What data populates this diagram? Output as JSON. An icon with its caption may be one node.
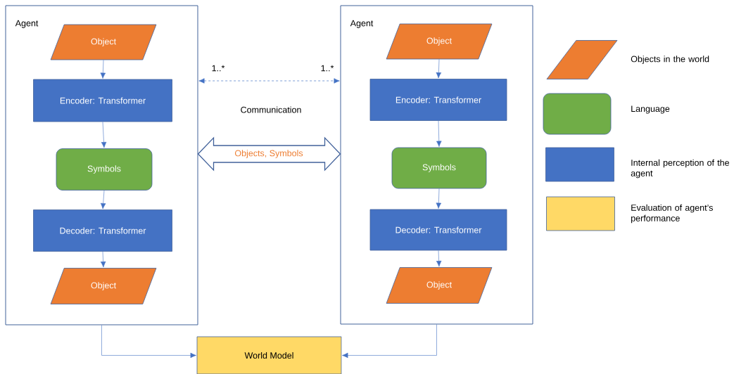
{
  "diagram": {
    "nodes": [
      {
        "text": [
          "Agent"
        ]
      },
      {
        "text": [
          "Object"
        ],
        "in": 0
      },
      {
        "text": [
          "Encoder: Transformer"
        ],
        "in": 0
      },
      {
        "text": [
          "Symbols"
        ],
        "in": 0
      },
      {
        "text": [
          "Decoder: Transformer"
        ],
        "in": 0
      },
      {
        "text": [
          "Object"
        ],
        "in": 0
      },
      {
        "text": [
          "Agent"
        ]
      },
      {
        "text": [
          "Object"
        ],
        "in": 6
      },
      {
        "text": [
          "Encoder: Transformer"
        ],
        "in": 6
      },
      {
        "text": [
          "Symbols"
        ],
        "in": 6
      },
      {
        "text": [
          "Decoder: Transformer"
        ],
        "in": 6
      },
      {
        "text": [
          "Object"
        ],
        "in": 6
      },
      {
        "text": [
          "World Model"
        ]
      }
    ],
    "edges": [
      {
        "from": 1,
        "to": 2,
        "arrow": "to"
      },
      {
        "from": 2,
        "to": 3,
        "arrow": "to"
      },
      {
        "from": 3,
        "to": 4,
        "arrow": "to"
      },
      {
        "from": 4,
        "to": 5,
        "arrow": "to"
      },
      {
        "from": 7,
        "to": 8,
        "arrow": "to"
      },
      {
        "from": 8,
        "to": 9,
        "arrow": "to"
      },
      {
        "from": 9,
        "to": 10,
        "arrow": "to"
      },
      {
        "from": 10,
        "to": 11,
        "arrow": "to"
      },
      {
        "from": 0,
        "to": 6,
        "arrow": "both",
        "style": "dashed"
      },
      {
        "from": 0,
        "to": 6,
        "arrow": "both",
        "style": "thick",
        "label": "Objects, Symbols"
      },
      {
        "from": 0,
        "to": 12,
        "arrow": "to"
      },
      {
        "from": 6,
        "to": 12,
        "arrow": "to"
      }
    ],
    "labels": [
      "1..*",
      "1..*",
      "Communication"
    ],
    "legend": [
      {
        "text": "Objects in the world",
        "color": "#ed7d31"
      },
      {
        "text": "Language",
        "color": "#70ad47"
      },
      {
        "text": "Internal perception of the agent",
        "color": "#4472c4"
      },
      {
        "text": "Evaluation of agent’s performance",
        "color": "#ffd966"
      }
    ]
  }
}
